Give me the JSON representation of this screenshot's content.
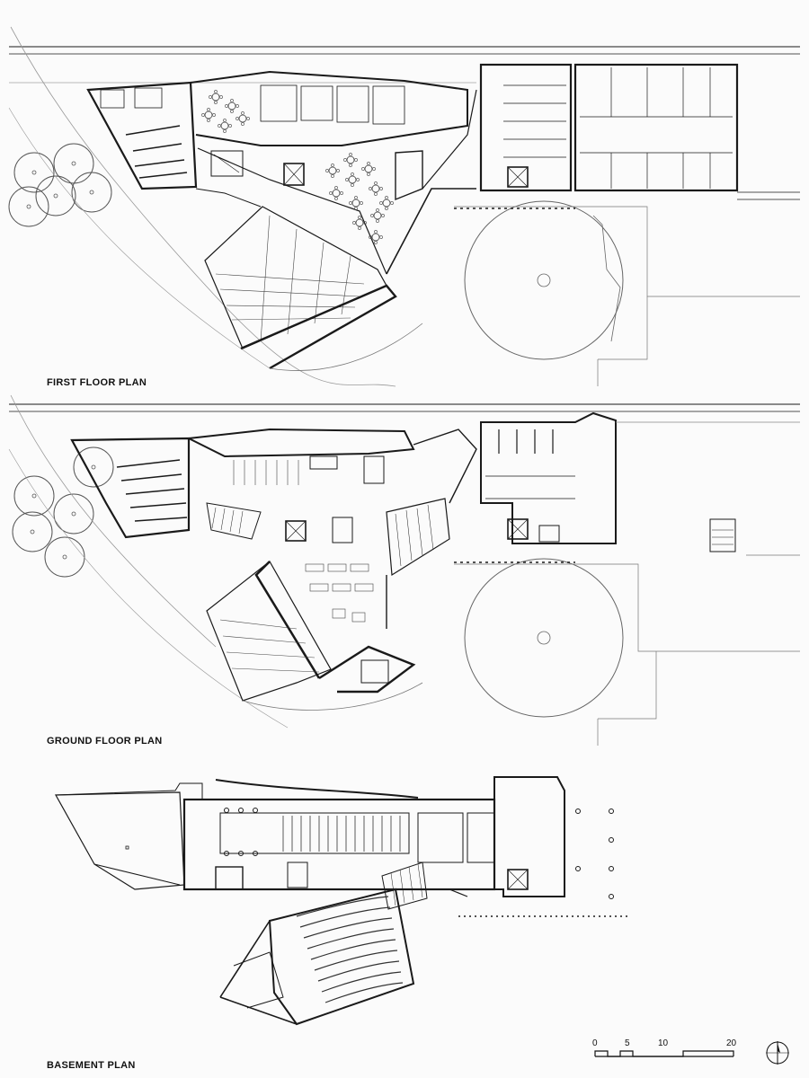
{
  "labels": {
    "first_floor": "FIRST FLOOR PLAN",
    "ground_floor": "GROUND FLOOR PLAN",
    "basement": "BASEMENT PLAN"
  },
  "scale_bar": {
    "ticks": [
      "0",
      "5",
      "10",
      "20"
    ]
  },
  "colors": {
    "line": "#1a1a1a",
    "thin_line": "#555555",
    "faint_line": "#9a9a9a",
    "background": "#fbfbfb"
  },
  "icons": {
    "north_arrow": "north-arrow-icon",
    "tree": "tree-icon"
  }
}
